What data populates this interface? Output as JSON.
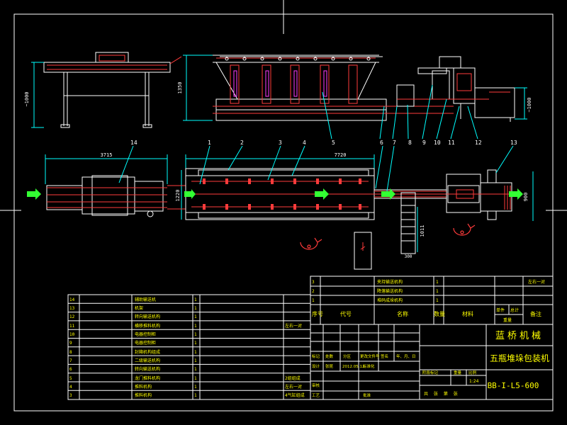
{
  "drawing": {
    "background": "#000000",
    "colors": {
      "frame": "#ffffff",
      "outline": "#ffffff",
      "detail": "#ff3b3b",
      "dimension": "#00ffff",
      "leader": "#00ffff",
      "arrow": "#33ff33",
      "magenta": "#ff3bff",
      "table_text": "#ffff00",
      "part_number": "#ffffff",
      "callout": "#00ffff"
    }
  },
  "elevation": {
    "dim_height_left": "~1000",
    "dim_height_mid": "1350",
    "dim_height_right": "~1000"
  },
  "plan": {
    "dim_length_left": "3715",
    "dim_length_mid": "7720",
    "dim_width_left": "1220",
    "dim_conveyor": "1011",
    "dim_small": "300",
    "dim_right": "900",
    "part_numbers": [
      "1",
      "2",
      "3",
      "4",
      "5",
      "6",
      "7",
      "8",
      "9",
      "10",
      "11",
      "12",
      "13",
      "14"
    ]
  },
  "parts_list": {
    "rows": [
      {
        "no": "14",
        "name": "辅助输送机",
        "qty": "1",
        "note": ""
      },
      {
        "no": "13",
        "name": "机架",
        "qty": "1",
        "note": ""
      },
      {
        "no": "12",
        "name": "转向输送机构",
        "qty": "1",
        "note": ""
      },
      {
        "no": "11",
        "name": "横移推料机构",
        "qty": "1",
        "note": "左右一对"
      },
      {
        "no": "10",
        "name": "电器控制柜",
        "qty": "1",
        "note": ""
      },
      {
        "no": "9",
        "name": "电器控制柜",
        "qty": "1",
        "note": ""
      },
      {
        "no": "8",
        "name": "封箱机构组成",
        "qty": "1",
        "note": ""
      },
      {
        "no": "7",
        "name": "二级输送机构",
        "qty": "1",
        "note": ""
      },
      {
        "no": "6",
        "name": "转向输送机构",
        "qty": "1",
        "note": ""
      },
      {
        "no": "5",
        "name": "龙门推料机构",
        "qty": "1",
        "note": "2组组成"
      },
      {
        "no": "4",
        "name": "推料机构",
        "qty": "1",
        "note": "左右一对"
      },
      {
        "no": "3",
        "name": "推料机构",
        "qty": "1",
        "note": "4气缸组成"
      }
    ],
    "upper_rows": [
      {
        "no": "3",
        "name": "夹持输送机构",
        "qty": "1",
        "note": "左右一对"
      },
      {
        "no": "2",
        "name": "降落输送机构",
        "qty": "1",
        "note": ""
      },
      {
        "no": "1",
        "name": "堆码成垛机构",
        "qty": "1",
        "note": ""
      }
    ],
    "headers": {
      "no": "序号",
      "code": "代号",
      "name": "名称",
      "qty": "数量",
      "material": "材料",
      "unit_weight": "单件",
      "total_weight": "总计",
      "weight": "重量",
      "remarks": "备注"
    }
  },
  "title_block": {
    "company": "蓝桥机械",
    "product": "五瓶堆垛包装机",
    "drawing_no": "BB-I-L5-600",
    "scale": "1:24",
    "labels": {
      "mark": "标记",
      "count": "处数",
      "zone": "分区",
      "change_doc": "更改文件号",
      "sign": "签名",
      "date": "年、月、日",
      "design": "设计",
      "check": "审核",
      "process": "工艺",
      "approve": "批准",
      "standard": "标准化",
      "stage_mark": "阶段标记",
      "weight": "重量",
      "scale_lbl": "比例",
      "sheet": "共 张 第 张"
    },
    "designer": "张昆",
    "design_date": "2012.05.12"
  }
}
